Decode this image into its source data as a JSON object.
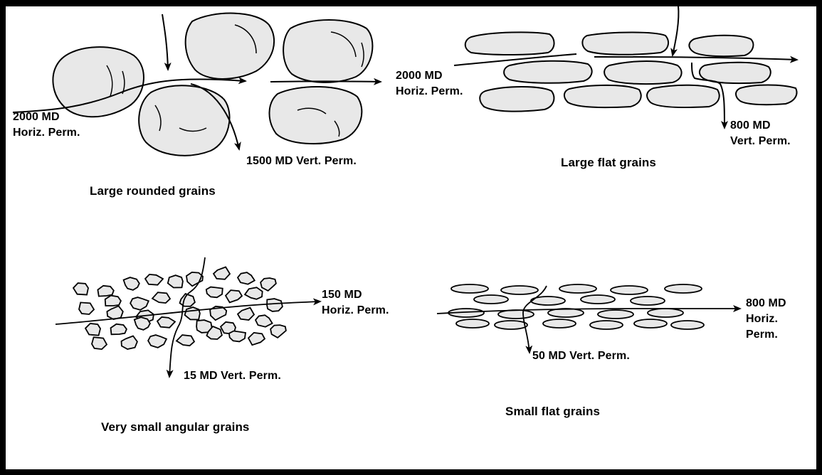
{
  "panels": {
    "large_rounded": {
      "caption": "Large rounded grains",
      "horiz_perm": "2000 MD\nHoriz. Perm.",
      "vert_perm": "1500 MD Vert. Perm."
    },
    "large_flat": {
      "caption": "Large flat grains",
      "horiz_perm": "2000 MD\nHoriz. Perm.",
      "vert_perm": "800 MD\nVert. Perm."
    },
    "small_angular": {
      "caption": "Very small angular grains",
      "horiz_perm": "150 MD\nHoriz. Perm.",
      "vert_perm": "15 MD Vert. Perm."
    },
    "small_flat": {
      "caption": "Small flat grains",
      "horiz_perm": "800 MD\nHoriz.\nPerm.",
      "vert_perm": "50 MD Vert. Perm."
    }
  },
  "colors": {
    "grain_fill": "#e8e8e8",
    "stroke": "#000000",
    "background": "#ffffff"
  }
}
